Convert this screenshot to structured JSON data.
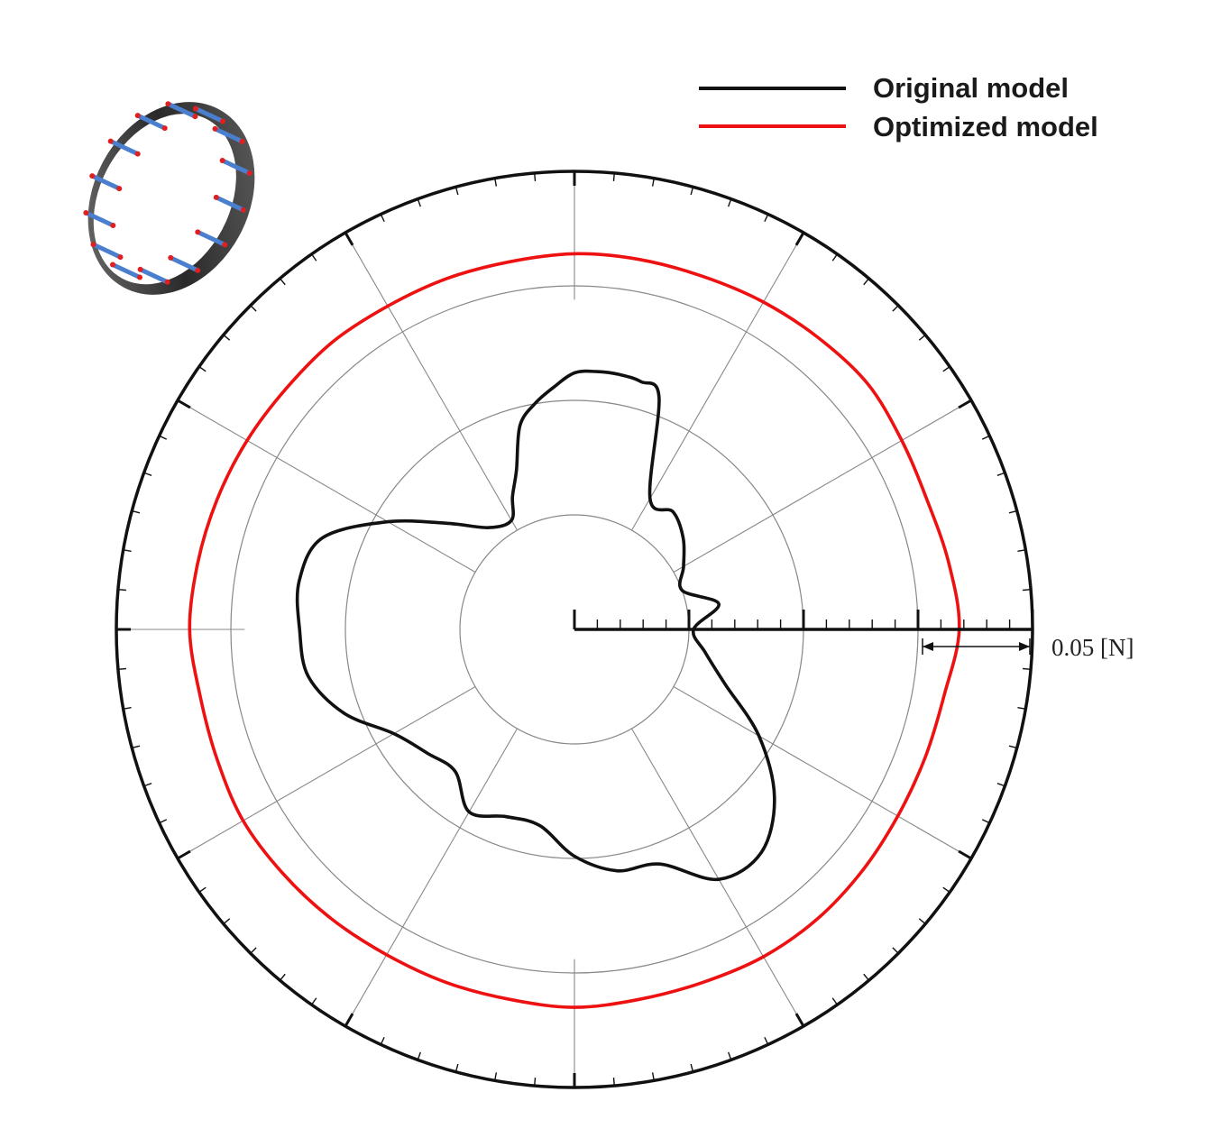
{
  "chart_data": {
    "type": "polar-line",
    "title": "",
    "angle_unit": "deg",
    "radial_range": [
      0,
      0.2
    ],
    "radial_grid": [
      0.05,
      0.1,
      0.15
    ],
    "angular_grid_step_deg": 30,
    "scale_bar_label": "0.05 [N]",
    "legend": {
      "placement": "top-right"
    },
    "series": [
      {
        "name": "Original model",
        "color": "#111111",
        "angles_deg": [
          0,
          10,
          20,
          30,
          40,
          50,
          60,
          70,
          75,
          80,
          85,
          90,
          95,
          100,
          105,
          110,
          115,
          120,
          130,
          140,
          150,
          160,
          170,
          180,
          190,
          200,
          210,
          220,
          230,
          240,
          250,
          260,
          270,
          280,
          290,
          300,
          310,
          320,
          330,
          340,
          350
        ],
        "r": [
          0.052,
          0.064,
          0.05,
          0.055,
          0.062,
          0.067,
          0.066,
          0.108,
          0.112,
          0.113,
          0.113,
          0.112,
          0.106,
          0.1,
          0.092,
          0.074,
          0.064,
          0.055,
          0.058,
          0.072,
          0.094,
          0.117,
          0.122,
          0.12,
          0.118,
          0.107,
          0.091,
          0.084,
          0.081,
          0.092,
          0.087,
          0.087,
          0.099,
          0.107,
          0.109,
          0.126,
          0.127,
          0.114,
          0.093,
          0.07,
          0.058
        ]
      },
      {
        "name": "Optimized model",
        "color": "#ee1111",
        "angles_deg": [
          0,
          10,
          20,
          30,
          40,
          50,
          60,
          70,
          80,
          90,
          100,
          110,
          120,
          130,
          140,
          150,
          160,
          170,
          180,
          190,
          200,
          210,
          220,
          230,
          240,
          250,
          260,
          270,
          280,
          290,
          300,
          310,
          320,
          330,
          340,
          350
        ],
        "r": [
          0.168,
          0.166,
          0.164,
          0.165,
          0.167,
          0.166,
          0.165,
          0.164,
          0.164,
          0.164,
          0.163,
          0.163,
          0.163,
          0.164,
          0.164,
          0.165,
          0.166,
          0.167,
          0.168,
          0.166,
          0.166,
          0.167,
          0.166,
          0.165,
          0.164,
          0.164,
          0.164,
          0.165,
          0.164,
          0.164,
          0.165,
          0.165,
          0.164,
          0.163,
          0.163,
          0.164
        ]
      }
    ]
  },
  "inset": {
    "icon": "ring-with-springs-icon",
    "ring_color": "#3c3c3c",
    "spring_color": "#4a7fd0",
    "anchor_color": "#e02020"
  }
}
